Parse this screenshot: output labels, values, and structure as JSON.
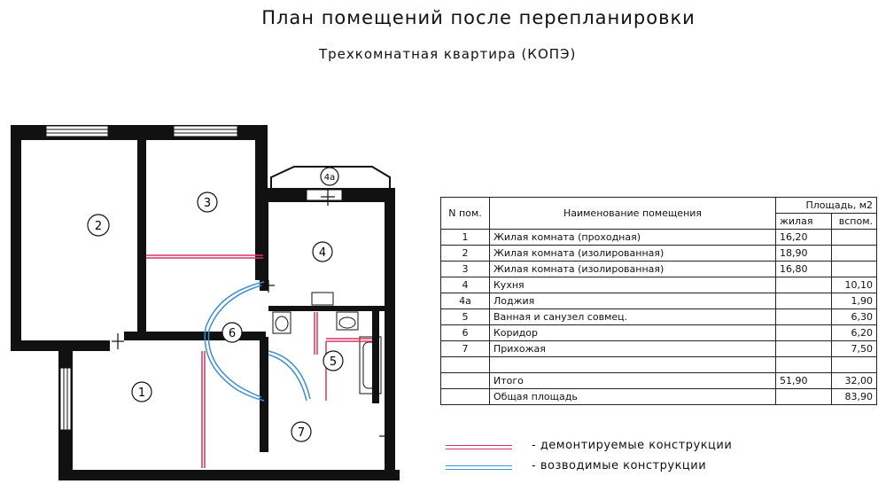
{
  "title": "План помещений после перепланировки",
  "subtitle": "Трехкомнатная квартира (КОПЭ)",
  "rooms": [
    {
      "label": "1"
    },
    {
      "label": "2"
    },
    {
      "label": "3"
    },
    {
      "label": "4"
    },
    {
      "label": "4a"
    },
    {
      "label": "5"
    },
    {
      "label": "6"
    },
    {
      "label": "7"
    }
  ],
  "table": {
    "col_num": "N пом.",
    "col_name": "Наименование помещения",
    "col_area": "Площадь, м2",
    "col_live": "жилая",
    "col_aux": "вспом.",
    "rows": [
      {
        "num": "1",
        "name": "Жилая комната (проходная)",
        "live": "16,20",
        "aux": ""
      },
      {
        "num": "2",
        "name": "Жилая комната (изолированная)",
        "live": "18,90",
        "aux": ""
      },
      {
        "num": "3",
        "name": "Жилая комната (изолированная)",
        "live": "16,80",
        "aux": ""
      },
      {
        "num": "4",
        "name": "Кухня",
        "live": "",
        "aux": "10,10"
      },
      {
        "num": "4a",
        "name": "Лоджия",
        "live": "",
        "aux": "1,90"
      },
      {
        "num": "5",
        "name": "Ванная и санузел совмец.",
        "live": "",
        "aux": "6,30"
      },
      {
        "num": "6",
        "name": "Коридор",
        "live": "",
        "aux": "6,20"
      },
      {
        "num": "7",
        "name": "Прихожая",
        "live": "",
        "aux": "7,50"
      }
    ],
    "total_label": "Итого",
    "total_live": "51,90",
    "total_aux": "32,00",
    "overall_label": "Общая площадь",
    "overall_value": "83,90"
  },
  "legend": [
    {
      "text": "- демонтируемые конструкции",
      "color": "#d9355e"
    },
    {
      "text": "- возводимые конструкции",
      "color": "#3b8fd6"
    }
  ]
}
